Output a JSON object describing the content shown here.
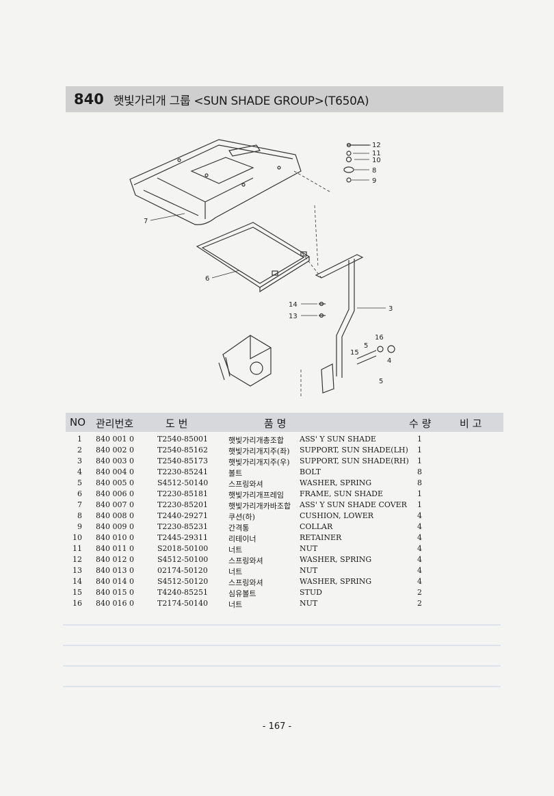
{
  "section": {
    "number": "840",
    "title": "햇빛가리개 그룹 <SUN SHADE GROUP>(T650A)"
  },
  "diagram": {
    "callouts": [
      "12",
      "11",
      "10",
      "8",
      "9",
      "7",
      "6",
      "14",
      "13",
      "3",
      "16",
      "5",
      "15",
      "4",
      "5"
    ]
  },
  "table": {
    "headers": {
      "no": "NO",
      "code": "관리번호",
      "part_no": "도  번",
      "name": "품            명",
      "qty": "수 량",
      "remark": "비 고"
    },
    "rows": [
      {
        "no": "1",
        "code": "840 001 0",
        "part": "T2540-85001",
        "kr": "햇빛가리개총조합",
        "en": "ASS' Y SUN SHADE",
        "qty": "1"
      },
      {
        "no": "2",
        "code": "840 002 0",
        "part": "T2540-85162",
        "kr": "햇빛가리개지주(좌)",
        "en": "SUPPORT, SUN SHADE(LH)",
        "qty": "1"
      },
      {
        "no": "3",
        "code": "840 003 0",
        "part": "T2540-85173",
        "kr": "햇빛가리개지주(우)",
        "en": "SUPPORT, SUN SHADE(RH)",
        "qty": "1"
      },
      {
        "no": "4",
        "code": "840 004 0",
        "part": "T2230-85241",
        "kr": "볼트",
        "en": "BOLT",
        "qty": "8"
      },
      {
        "no": "5",
        "code": "840 005 0",
        "part": "S4512-50140",
        "kr": "스프링와셔",
        "en": "WASHER, SPRING",
        "qty": "8"
      },
      {
        "no": "6",
        "code": "840 006 0",
        "part": "T2230-85181",
        "kr": "햇빛가리개프레임",
        "en": "FRAME, SUN SHADE",
        "qty": "1"
      },
      {
        "no": "7",
        "code": "840 007 0",
        "part": "T2230-85201",
        "kr": "햇빛가리개카바조합",
        "en": "ASS' Y SUN SHADE COVER",
        "qty": "1"
      },
      {
        "no": "8",
        "code": "840 008 0",
        "part": "T2440-29271",
        "kr": "쿠션(하)",
        "en": "CUSHION, LOWER",
        "qty": "4"
      },
      {
        "no": "9",
        "code": "840 009 0",
        "part": "T2230-85231",
        "kr": "간격통",
        "en": "COLLAR",
        "qty": "4"
      },
      {
        "no": "10",
        "code": "840 010 0",
        "part": "T2445-29311",
        "kr": "리테이너",
        "en": "RETAINER",
        "qty": "4"
      },
      {
        "no": "11",
        "code": "840 011 0",
        "part": "S2018-50100",
        "kr": "너트",
        "en": "NUT",
        "qty": "4"
      },
      {
        "no": "12",
        "code": "840 012 0",
        "part": "S4512-50100",
        "kr": "스프링와셔",
        "en": "WASHER, SPRING",
        "qty": "4"
      },
      {
        "no": "13",
        "code": "840 013 0",
        "part": "02174-50120",
        "kr": "너트",
        "en": "NUT",
        "qty": "4"
      },
      {
        "no": "14",
        "code": "840 014 0",
        "part": "S4512-50120",
        "kr": "스프링와셔",
        "en": "WASHER, SPRING",
        "qty": "4"
      },
      {
        "no": "15",
        "code": "840 015 0",
        "part": "T4240-85251",
        "kr": "심유볼트",
        "en": "STUD",
        "qty": "2"
      },
      {
        "no": "16",
        "code": "840 016 0",
        "part": "T2174-50140",
        "kr": "너트",
        "en": "NUT",
        "qty": "2"
      }
    ]
  },
  "footer": {
    "page_number": "- 167 -"
  }
}
